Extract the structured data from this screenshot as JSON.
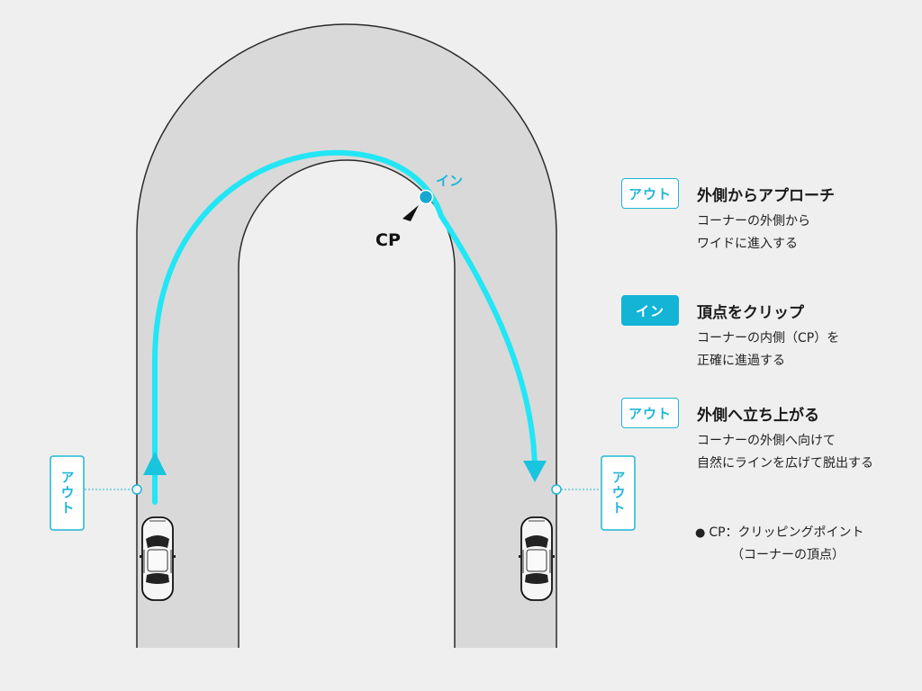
{
  "diagram": {
    "in_label": "イン",
    "cp_label": "CP",
    "out_label_left": "アウト",
    "out_label_right": "アウト"
  },
  "legend": [
    {
      "badge": "アウト",
      "title": "外側からアプローチ",
      "desc": [
        "コーナーの外側から",
        "ワイドに進入する"
      ]
    },
    {
      "badge": "イン",
      "title": "頂点をクリップ",
      "desc": [
        "コーナーの内側（CP）を",
        "正確に進過する"
      ]
    },
    {
      "badge": "アウト",
      "title": "外側へ立ち上がる",
      "desc": [
        "コーナーの外側へ向けて",
        "自然にラインを広げて脱出する"
      ]
    }
  ],
  "note": {
    "bullet": "●",
    "line1": "CP：クリッピングポイント",
    "line2": "（コーナーの頂点）"
  },
  "colors": {
    "road": "#d9d9d9",
    "road_edge": "#2a2a2a",
    "line": "#22e6f5",
    "accent": "#1fb6d6",
    "cp_dot": "#17a8d2"
  }
}
